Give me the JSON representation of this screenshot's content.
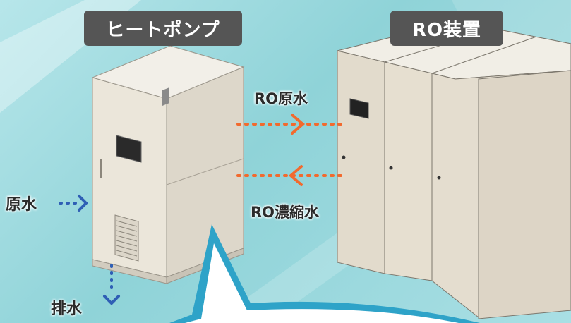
{
  "labels": {
    "heat_pump": "ヒートポンプ",
    "ro_unit": "RO装置",
    "ro_raw_water": "RO原水",
    "ro_concentrate": "RO濃縮水",
    "raw_water": "原水",
    "drain": "排水"
  },
  "colors": {
    "tag_bg": "#555555",
    "orange_arrow": "#f26a2e",
    "blue_arrow": "#2f5fb5",
    "callout": "#2ea3c8",
    "machine_body": "#e3ddd0"
  },
  "icons": [
    "right-arrow-icon",
    "left-arrow-icon",
    "down-arrow-icon"
  ]
}
